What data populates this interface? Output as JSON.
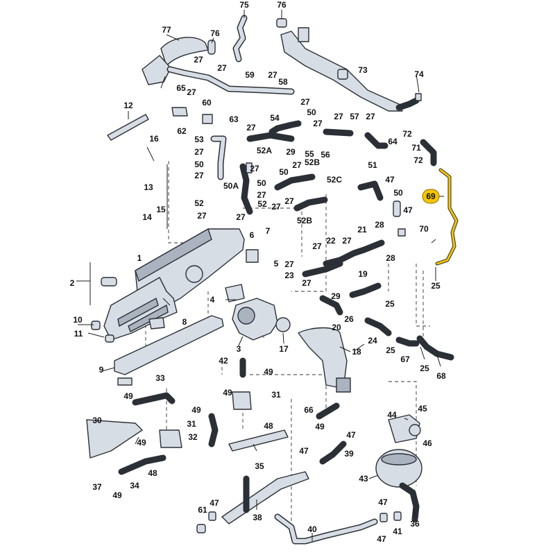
{
  "diagram": {
    "highlight_color": "#f3c400",
    "line_color": "#2b2f36",
    "part_color": "#d7dde5",
    "highlighted_callout": "69",
    "callouts": [
      {
        "id": "c75",
        "text": "75"
      },
      {
        "id": "c76a",
        "text": "76"
      },
      {
        "id": "c77",
        "text": "77"
      },
      {
        "id": "c76b",
        "text": "76"
      },
      {
        "id": "c27a",
        "text": "27"
      },
      {
        "id": "c27b",
        "text": "27"
      },
      {
        "id": "c59",
        "text": "59"
      },
      {
        "id": "c27c",
        "text": "27"
      },
      {
        "id": "c73",
        "text": "73"
      },
      {
        "id": "c74",
        "text": "74"
      },
      {
        "id": "c65",
        "text": "65"
      },
      {
        "id": "c27d",
        "text": "27"
      },
      {
        "id": "c60",
        "text": "60"
      },
      {
        "id": "c58",
        "text": "58"
      },
      {
        "id": "c27e",
        "text": "27"
      },
      {
        "id": "c12",
        "text": "12"
      },
      {
        "id": "c62",
        "text": "62"
      },
      {
        "id": "c63",
        "text": "63"
      },
      {
        "id": "c54",
        "text": "54"
      },
      {
        "id": "c50a",
        "text": "50"
      },
      {
        "id": "c27f",
        "text": "27"
      },
      {
        "id": "c27g",
        "text": "27"
      },
      {
        "id": "c57",
        "text": "57"
      },
      {
        "id": "c27h",
        "text": "27"
      },
      {
        "id": "c64",
        "text": "64"
      },
      {
        "id": "c72a",
        "text": "72"
      },
      {
        "id": "c71",
        "text": "71"
      },
      {
        "id": "c72b",
        "text": "72"
      },
      {
        "id": "c16",
        "text": "16"
      },
      {
        "id": "c53",
        "text": "53"
      },
      {
        "id": "c27i",
        "text": "27"
      },
      {
        "id": "c52A",
        "text": "52A"
      },
      {
        "id": "c29",
        "text": "29"
      },
      {
        "id": "c55",
        "text": "55"
      },
      {
        "id": "c56",
        "text": "56"
      },
      {
        "id": "c27j",
        "text": "27"
      },
      {
        "id": "c50b",
        "text": "50"
      },
      {
        "id": "c27k",
        "text": "27"
      },
      {
        "id": "c27l",
        "text": "27"
      },
      {
        "id": "c52B_top",
        "text": "52B"
      },
      {
        "id": "c51",
        "text": "51"
      },
      {
        "id": "c13",
        "text": "13"
      },
      {
        "id": "c50c",
        "text": "50"
      },
      {
        "id": "c27m",
        "text": "27"
      },
      {
        "id": "c50A",
        "text": "50A"
      },
      {
        "id": "c27n",
        "text": "27"
      },
      {
        "id": "c50d",
        "text": "50"
      },
      {
        "id": "c27o",
        "text": "27"
      },
      {
        "id": "c52C",
        "text": "52C"
      },
      {
        "id": "c47a",
        "text": "47"
      },
      {
        "id": "c50e",
        "text": "50"
      },
      {
        "id": "c69",
        "text": "69"
      },
      {
        "id": "c15",
        "text": "15"
      },
      {
        "id": "c52a",
        "text": "52"
      },
      {
        "id": "c52b",
        "text": "52"
      },
      {
        "id": "c27p",
        "text": "27"
      },
      {
        "id": "c27q",
        "text": "27"
      },
      {
        "id": "c52B_low",
        "text": "52B"
      },
      {
        "id": "c47b",
        "text": "47"
      },
      {
        "id": "c14",
        "text": "14"
      },
      {
        "id": "c27r",
        "text": "27"
      },
      {
        "id": "c70",
        "text": "70"
      },
      {
        "id": "c21",
        "text": "21"
      },
      {
        "id": "c28a",
        "text": "28"
      },
      {
        "id": "c1",
        "text": "1"
      },
      {
        "id": "c6",
        "text": "6"
      },
      {
        "id": "c7",
        "text": "7"
      },
      {
        "id": "c27s",
        "text": "27"
      },
      {
        "id": "c22",
        "text": "22"
      },
      {
        "id": "c27t",
        "text": "27"
      },
      {
        "id": "c2",
        "text": "2"
      },
      {
        "id": "c5",
        "text": "5"
      },
      {
        "id": "c27u",
        "text": "27"
      },
      {
        "id": "c28b",
        "text": "28"
      },
      {
        "id": "c23",
        "text": "23"
      },
      {
        "id": "c19",
        "text": "19"
      },
      {
        "id": "c25a",
        "text": "25"
      },
      {
        "id": "c4",
        "text": "4"
      },
      {
        "id": "c27v",
        "text": "27"
      },
      {
        "id": "c29b",
        "text": "29"
      },
      {
        "id": "c25b",
        "text": "25"
      },
      {
        "id": "c8",
        "text": "8"
      },
      {
        "id": "c10",
        "text": "10"
      },
      {
        "id": "c11",
        "text": "11"
      },
      {
        "id": "c26",
        "text": "26"
      },
      {
        "id": "c20",
        "text": "20"
      },
      {
        "id": "c24",
        "text": "24"
      },
      {
        "id": "c25c",
        "text": "25"
      },
      {
        "id": "c3",
        "text": "3"
      },
      {
        "id": "c17",
        "text": "17"
      },
      {
        "id": "c18",
        "text": "18"
      },
      {
        "id": "c67",
        "text": "67"
      },
      {
        "id": "c25d",
        "text": "25"
      },
      {
        "id": "c9",
        "text": "9"
      },
      {
        "id": "c42",
        "text": "42"
      },
      {
        "id": "c49a",
        "text": "49"
      },
      {
        "id": "c68",
        "text": "68"
      },
      {
        "id": "c33",
        "text": "33"
      },
      {
        "id": "c49b",
        "text": "49"
      },
      {
        "id": "c31a",
        "text": "31"
      },
      {
        "id": "c49c",
        "text": "49"
      },
      {
        "id": "c49d",
        "text": "49"
      },
      {
        "id": "c66",
        "text": "66"
      },
      {
        "id": "c45",
        "text": "45"
      },
      {
        "id": "c30",
        "text": "30"
      },
      {
        "id": "c31b",
        "text": "31"
      },
      {
        "id": "c48a",
        "text": "48"
      },
      {
        "id": "c49e",
        "text": "49"
      },
      {
        "id": "c44",
        "text": "44"
      },
      {
        "id": "c32",
        "text": "32"
      },
      {
        "id": "c47c",
        "text": "47"
      },
      {
        "id": "c46",
        "text": "46"
      },
      {
        "id": "c49f",
        "text": "49"
      },
      {
        "id": "c35",
        "text": "35"
      },
      {
        "id": "c47d",
        "text": "47"
      },
      {
        "id": "c39",
        "text": "39"
      },
      {
        "id": "c48b",
        "text": "48"
      },
      {
        "id": "c43",
        "text": "43"
      },
      {
        "id": "c37",
        "text": "37"
      },
      {
        "id": "c49g",
        "text": "49"
      },
      {
        "id": "c34",
        "text": "34"
      },
      {
        "id": "c47e",
        "text": "47"
      },
      {
        "id": "c61",
        "text": "61"
      },
      {
        "id": "c38",
        "text": "38"
      },
      {
        "id": "c47f",
        "text": "47"
      },
      {
        "id": "c36",
        "text": "36"
      },
      {
        "id": "c40",
        "text": "40"
      },
      {
        "id": "c47g",
        "text": "47"
      },
      {
        "id": "c41",
        "text": "41"
      }
    ]
  }
}
